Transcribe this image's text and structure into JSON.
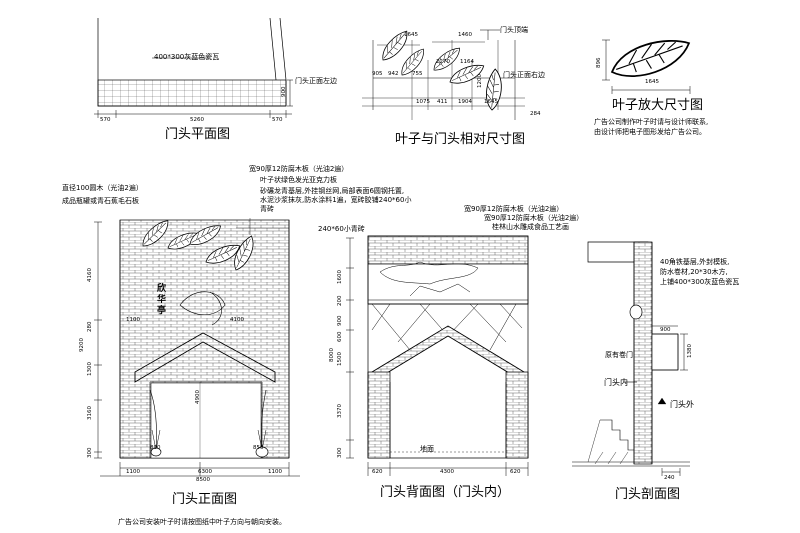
{
  "titles": {
    "plan": "门头平面图",
    "leaf_rel": "叶子与门头相对尺寸图",
    "leaf_zoom": "叶子放大尺寸图",
    "front": "门头正面图",
    "back": "门头背面图（门头内）",
    "section": "门头剖面图"
  },
  "notes": {
    "plan_tile": "400*300灰蓝色瓷瓦",
    "leaf_company": [
      "广告公司制作叶子时请与设计师联系,",
      "由设计师把电子图形发给广告公司。"
    ],
    "front_footer": "广告公司安装叶子时请按图纸中叶子方向与朝向安装。",
    "front_left": [
      "直径100圆木（光油2遍）",
      "成品瓶罐或青石蕉毛石板"
    ],
    "front_top": [
      "宽90厚12防腐木板（光油2遍）",
      "叶子状绿色发光亚克力板",
      "砂碾龙青基层,外挂钢丝网,局部表面6圆钢托置,",
      "水泥沙浆抹灰,防水涂料1遍，宽砖胶铺240*60小",
      "青砖"
    ],
    "back_top": [
      "宽90厚12防腐木板（光油2遍）",
      "宽90厚12防腐木板（光油2遍）",
      "桂林山水雕成食品工艺画"
    ],
    "back_small_brick": "240*60小青砖",
    "back_ground": "地面",
    "section_right": [
      "40角铁基层,外封模板,",
      "防水卷材,20*30木方,",
      "上铺400*300灰蓝色瓷瓦"
    ],
    "section_door": "原有卷门",
    "door_in": "门头内",
    "door_out": "门头外",
    "front_edge_left": "门头正面左边",
    "front_edge_right": "门头正面右边",
    "top_edge": "门头顶端",
    "signage": [
      "欣",
      "华",
      "亭"
    ]
  },
  "dims": {
    "plan": [
      "570",
      "5260",
      "570",
      "900"
    ],
    "leaf_rel_top": [
      "1645",
      "1460"
    ],
    "leaf_rel_row": [
      "905",
      "942",
      "755",
      "2270",
      "1164",
      "1075",
      "411",
      "1904",
      "1645"
    ],
    "leaf_rel_side": [
      "1200",
      "284"
    ],
    "leaf_zoom": [
      "1645",
      "896"
    ],
    "front_bottom": [
      "1100",
      "6300",
      "1100",
      "8500"
    ],
    "front_left": [
      "4160",
      "280",
      "1300",
      "3160",
      "300",
      "9200"
    ],
    "front_inner": [
      "1100",
      "4100",
      "4900",
      "800",
      "850"
    ],
    "back_left": [
      "1600",
      "200",
      "900",
      "600",
      "1500",
      "3370",
      "300",
      "8000"
    ],
    "back_bottom": [
      "620",
      "4300",
      "620"
    ],
    "section": [
      "900",
      "1380",
      "240"
    ]
  },
  "colors": {
    "line": "#000000",
    "brick": "#555555"
  }
}
